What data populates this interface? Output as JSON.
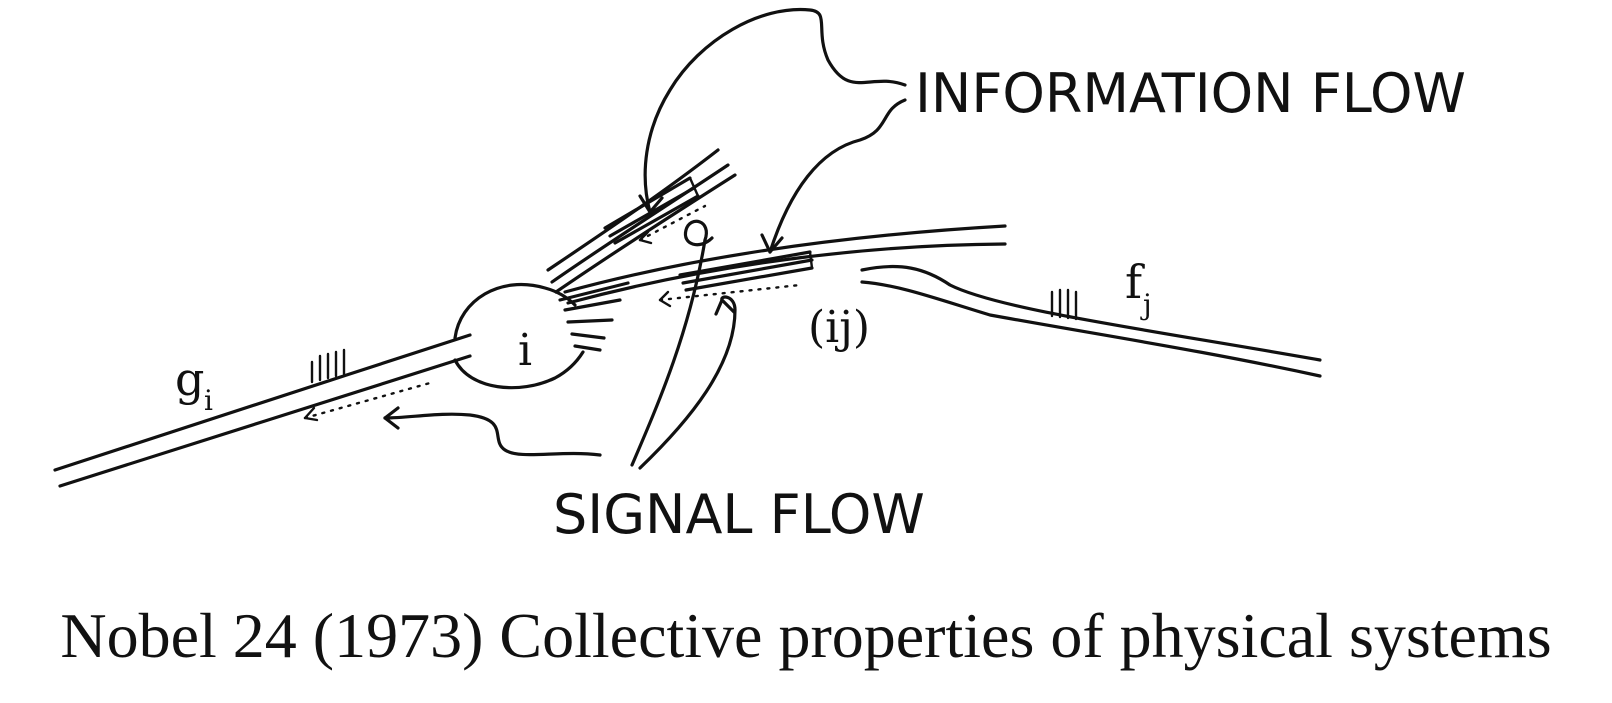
{
  "diagram": {
    "labels": {
      "information_flow": "INFORMATION FLOW",
      "signal_flow": "SIGNAL FLOW",
      "neuron": "i",
      "synapse": "(ij)",
      "input_g": "g",
      "input_g_sub": "i",
      "output_f": "f",
      "output_f_sub": "j"
    }
  },
  "caption": "Nobel 24 (1973) Collective properties of physical systems",
  "colors": {
    "ink": "#111111",
    "paper": "#ffffff"
  }
}
